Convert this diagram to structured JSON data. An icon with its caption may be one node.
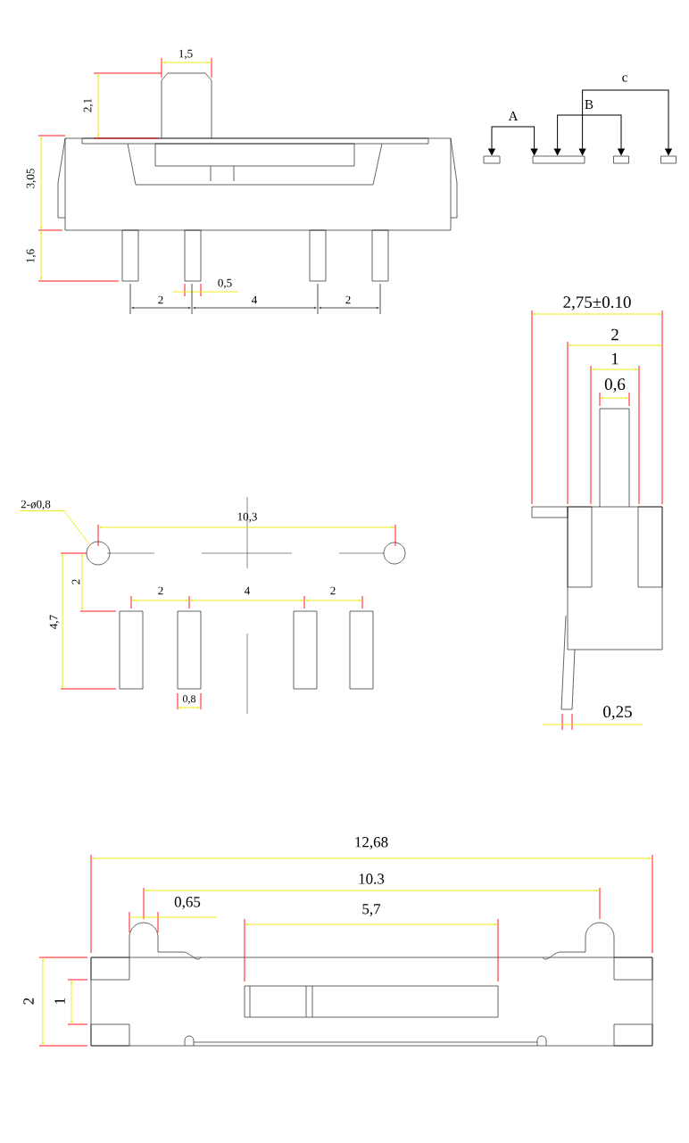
{
  "diagram": {
    "nodes": [
      {
        "text": [],
        "shape": "box"
      },
      {
        "text": [],
        "shape": "box"
      },
      {
        "text": [],
        "shape": "box"
      },
      {
        "text": [],
        "shape": "box"
      },
      {
        "text": [
          "2-ø0,8"
        ]
      },
      {
        "text": [],
        "shape": "circle"
      }
    ],
    "edges": [
      {
        "from": 0,
        "to": 1,
        "arrow": "both",
        "label": "A"
      },
      {
        "from": 1,
        "to": 2,
        "arrow": "both",
        "label": "B"
      },
      {
        "from": 1,
        "to": 3,
        "arrow": "both",
        "label": "c"
      },
      {
        "from": 4,
        "to": 5,
        "arrow": "none",
        "color": "#ebeb00"
      }
    ],
    "labels": [
      "1,5",
      "2,1",
      "3,05",
      "1,6",
      "0,5",
      "2",
      "4",
      "2",
      "2,75±0.10",
      "2",
      "1",
      "0,6",
      "10,3",
      "2",
      "2",
      "4",
      "2",
      "4,7",
      "0,8",
      "0,25",
      "12,68",
      "10.3",
      "0,65",
      "5,7",
      "2",
      "1"
    ]
  }
}
